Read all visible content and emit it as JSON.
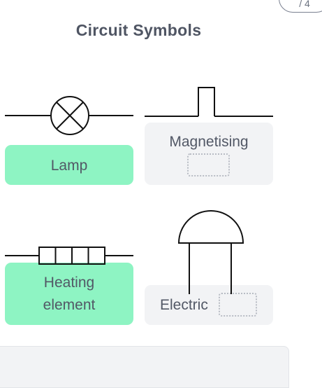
{
  "page_badge": "/ 4",
  "title": "Circuit Symbols",
  "cards": {
    "lamp": {
      "label": "Lamp",
      "state": "answered"
    },
    "magnetising": {
      "label": "Magnetising",
      "state": "blank"
    },
    "heating": {
      "label_line1": "Heating",
      "label_line2": "element",
      "state": "answered"
    },
    "electric": {
      "label": "Electric",
      "state": "blank"
    }
  },
  "icons": {
    "lamp": "lamp-symbol-icon",
    "magnetising": "magnetising-coil-symbol-icon",
    "heating": "heating-element-symbol-icon",
    "electric": "electric-bell-symbol-icon"
  },
  "colors": {
    "answered": "#8ef4c3",
    "blank": "#f2f3f5",
    "text": "#4f5563",
    "line": "#111111"
  }
}
